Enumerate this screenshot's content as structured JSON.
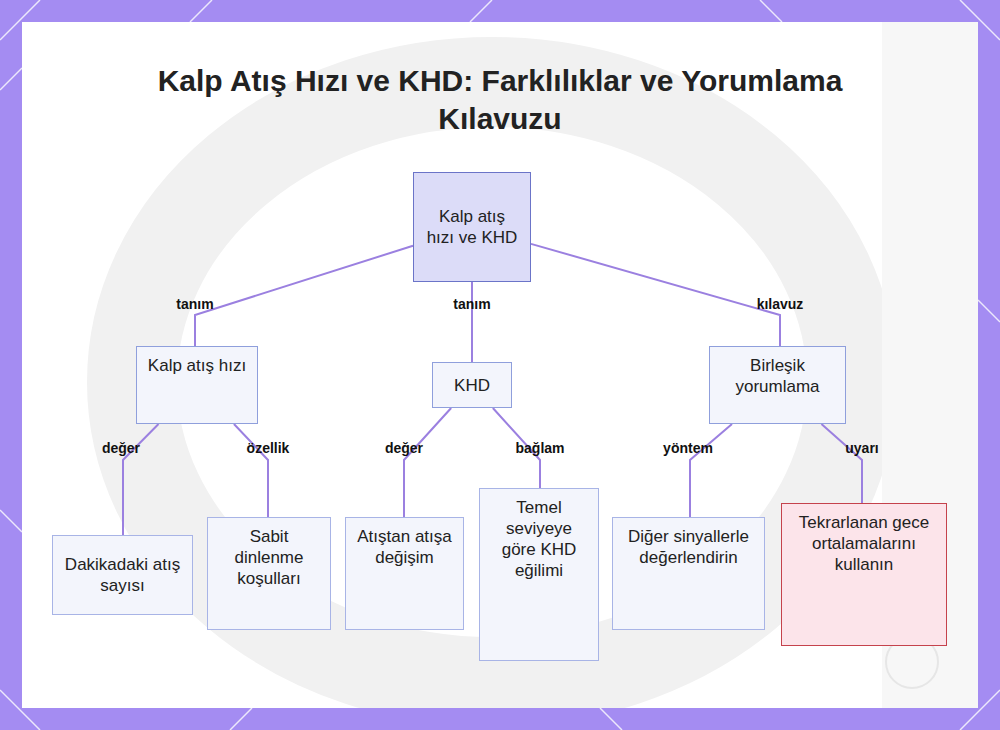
{
  "diagram": {
    "title": "Kalp Atış Hızı ve KHD: Farklılıklar ve Yorumlama Kılavuzu",
    "nodes": [
      {
        "text": [
          "Kalp atış hızı ve KHD"
        ]
      },
      {
        "text": [
          "Kalp atış hızı"
        ]
      },
      {
        "text": [
          "KHD"
        ]
      },
      {
        "text": [
          "Birleşik yorumlama"
        ]
      },
      {
        "text": [
          "Dakikadaki atış sayısı"
        ]
      },
      {
        "text": [
          "Sabit dinlenme koşulları"
        ]
      },
      {
        "text": [
          "Atıştan atışa değişim"
        ]
      },
      {
        "text": [
          "Temel seviyeye göre KHD eğilimi"
        ]
      },
      {
        "text": [
          "Diğer sinyallerle değerlendirin"
        ]
      },
      {
        "text": [
          "Tekrarlanan gece ortalamalarını kullanın"
        ]
      }
    ],
    "edges": [
      {
        "from": 0,
        "to": 1,
        "label": "tanım",
        "arrow": "none"
      },
      {
        "from": 0,
        "to": 2,
        "label": "tanım",
        "arrow": "none"
      },
      {
        "from": 0,
        "to": 3,
        "label": "kılavuz",
        "arrow": "none"
      },
      {
        "from": 1,
        "to": 4,
        "label": "değer",
        "arrow": "none"
      },
      {
        "from": 1,
        "to": 5,
        "label": "özellik",
        "arrow": "none"
      },
      {
        "from": 2,
        "to": 6,
        "label": "değer",
        "arrow": "none"
      },
      {
        "from": 2,
        "to": 7,
        "label": "bağlam",
        "arrow": "none"
      },
      {
        "from": 3,
        "to": 8,
        "label": "yöntem",
        "arrow": "none"
      },
      {
        "from": 3,
        "to": 9,
        "label": "uyarı",
        "arrow": "none"
      }
    ]
  }
}
